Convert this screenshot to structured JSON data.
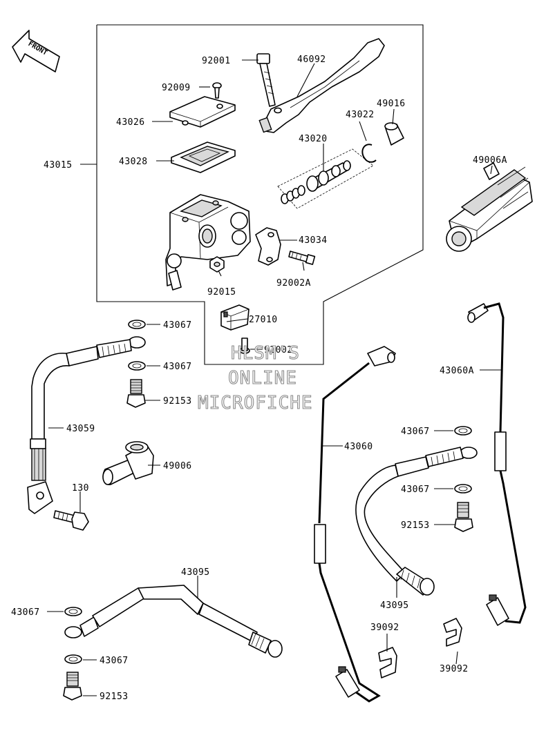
{
  "front_indicator": "FRONT",
  "labels": {
    "p92001": "92001",
    "p46092": "46092",
    "p92009": "92009",
    "p43026": "43026",
    "p43022": "43022",
    "p49016": "49016",
    "p43020": "43020",
    "p43015": "43015",
    "p43028": "43028",
    "p49006A": "49006A",
    "p43034": "43034",
    "p92015": "92015",
    "p92002A": "92002A",
    "p43067_a": "43067",
    "p27010": "27010",
    "p92002": "92002",
    "p43067_b": "43067",
    "p43060A": "43060A",
    "p92153_a": "92153",
    "p43059": "43059",
    "p43060": "43060",
    "p43067_c": "43067",
    "p49006": "49006",
    "p130": "130",
    "p43067_d": "43067",
    "p92153_b": "92153",
    "p43095_a": "43095",
    "p43095_b": "43095",
    "p43067_e": "43067",
    "p39092_a": "39092",
    "p43067_f": "43067",
    "p39092_b": "39092",
    "p92153_c": "92153"
  },
  "watermark": {
    "line1": "HLSM'S",
    "line2": "ONLINE",
    "line3": "MICROFICHE"
  }
}
